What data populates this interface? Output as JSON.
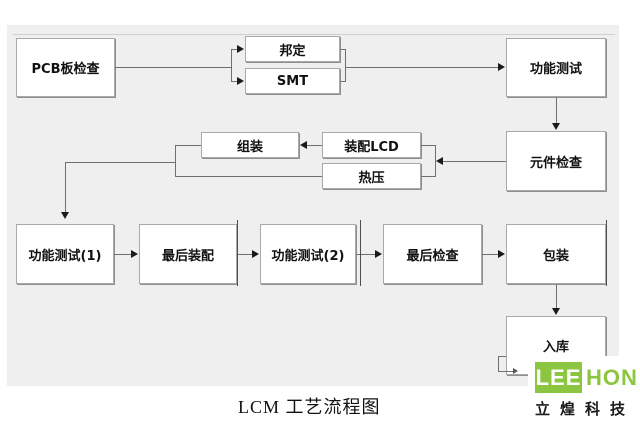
{
  "diagram": {
    "caption": "LCM 工艺流程图",
    "flowchart": {
      "nodes": [
        {
          "id": "pcb-inspection",
          "label": "PCB板检查"
        },
        {
          "id": "bonding",
          "label": "邦定"
        },
        {
          "id": "smt",
          "label": "SMT"
        },
        {
          "id": "function-test",
          "label": "功能测试"
        },
        {
          "id": "component-inspection",
          "label": "元件检查"
        },
        {
          "id": "assembly",
          "label": "组装"
        },
        {
          "id": "assemble-lcd",
          "label": "装配LCD"
        },
        {
          "id": "hot-press",
          "label": "热压"
        },
        {
          "id": "function-test-1",
          "label": "功能测试(1)"
        },
        {
          "id": "final-assembly",
          "label": "最后装配"
        },
        {
          "id": "function-test-2",
          "label": "功能测试(2)"
        },
        {
          "id": "final-inspection",
          "label": "最后检查"
        },
        {
          "id": "packaging",
          "label": "包装"
        },
        {
          "id": "warehousing",
          "label": "入库"
        }
      ]
    }
  },
  "logo": {
    "word_left": "LEE",
    "word_right": "HON",
    "company": "立煌科技",
    "green": "#8CC540"
  },
  "colors": {
    "panel_background": "#f0efef",
    "box_fill": "#ffffff",
    "box_border": "#a9a9a9",
    "connector": "#707070",
    "arrow": "#1a1a1a"
  }
}
